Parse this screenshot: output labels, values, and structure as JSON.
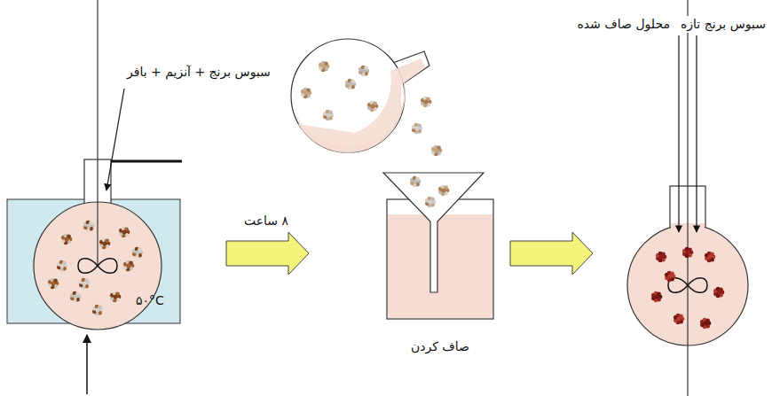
{
  "diagram": {
    "labels": [
      "سبوس برنج + آنزیم + بافر",
      "۵۰°C",
      "۸ ساعت",
      "صاف کردن",
      "محلول صاف شده",
      "سبوس برنج تازه"
    ]
  }
}
